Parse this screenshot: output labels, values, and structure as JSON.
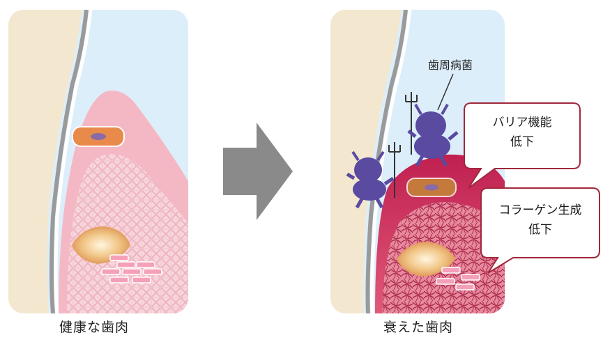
{
  "captions": {
    "healthy": "健康な歯肉",
    "weakened": "衰えた歯肉"
  },
  "labels": {
    "bacteria": "歯周病菌",
    "barrier_line1": "バリア機能",
    "barrier_line2": "低下",
    "collagen_line1": "コラーゲン生成",
    "collagen_line2": "低下"
  },
  "colors": {
    "background_water": "#dceefa",
    "tooth": "#f3e8cf",
    "healthy_gum": "#f4b8c4",
    "inflamed_gum": "#c8325a",
    "bacteria": "#5a4aa0",
    "callout_border": "#a0283c",
    "arrow": "#8a8a8a"
  }
}
